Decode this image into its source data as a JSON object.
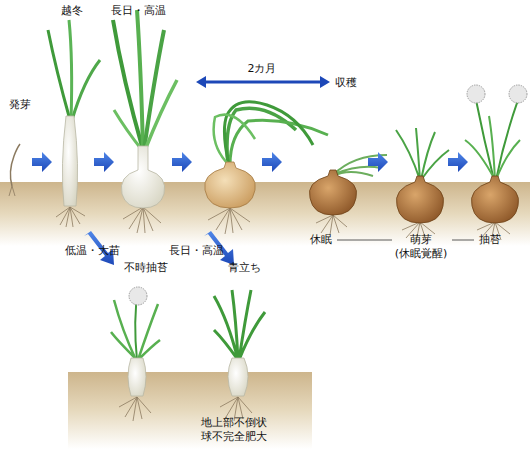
{
  "diagram": {
    "labels": [
      "越冬",
      "長日・高温",
      "2カ月",
      "収穫",
      "発芽",
      "休眠",
      "萌芽 (休眠覚醒)",
      "抽苔",
      "低温・大苗",
      "不時抽苔",
      "長日・高温",
      "青立ち",
      "地上部不倒状 球不完全肥大"
    ]
  }
}
